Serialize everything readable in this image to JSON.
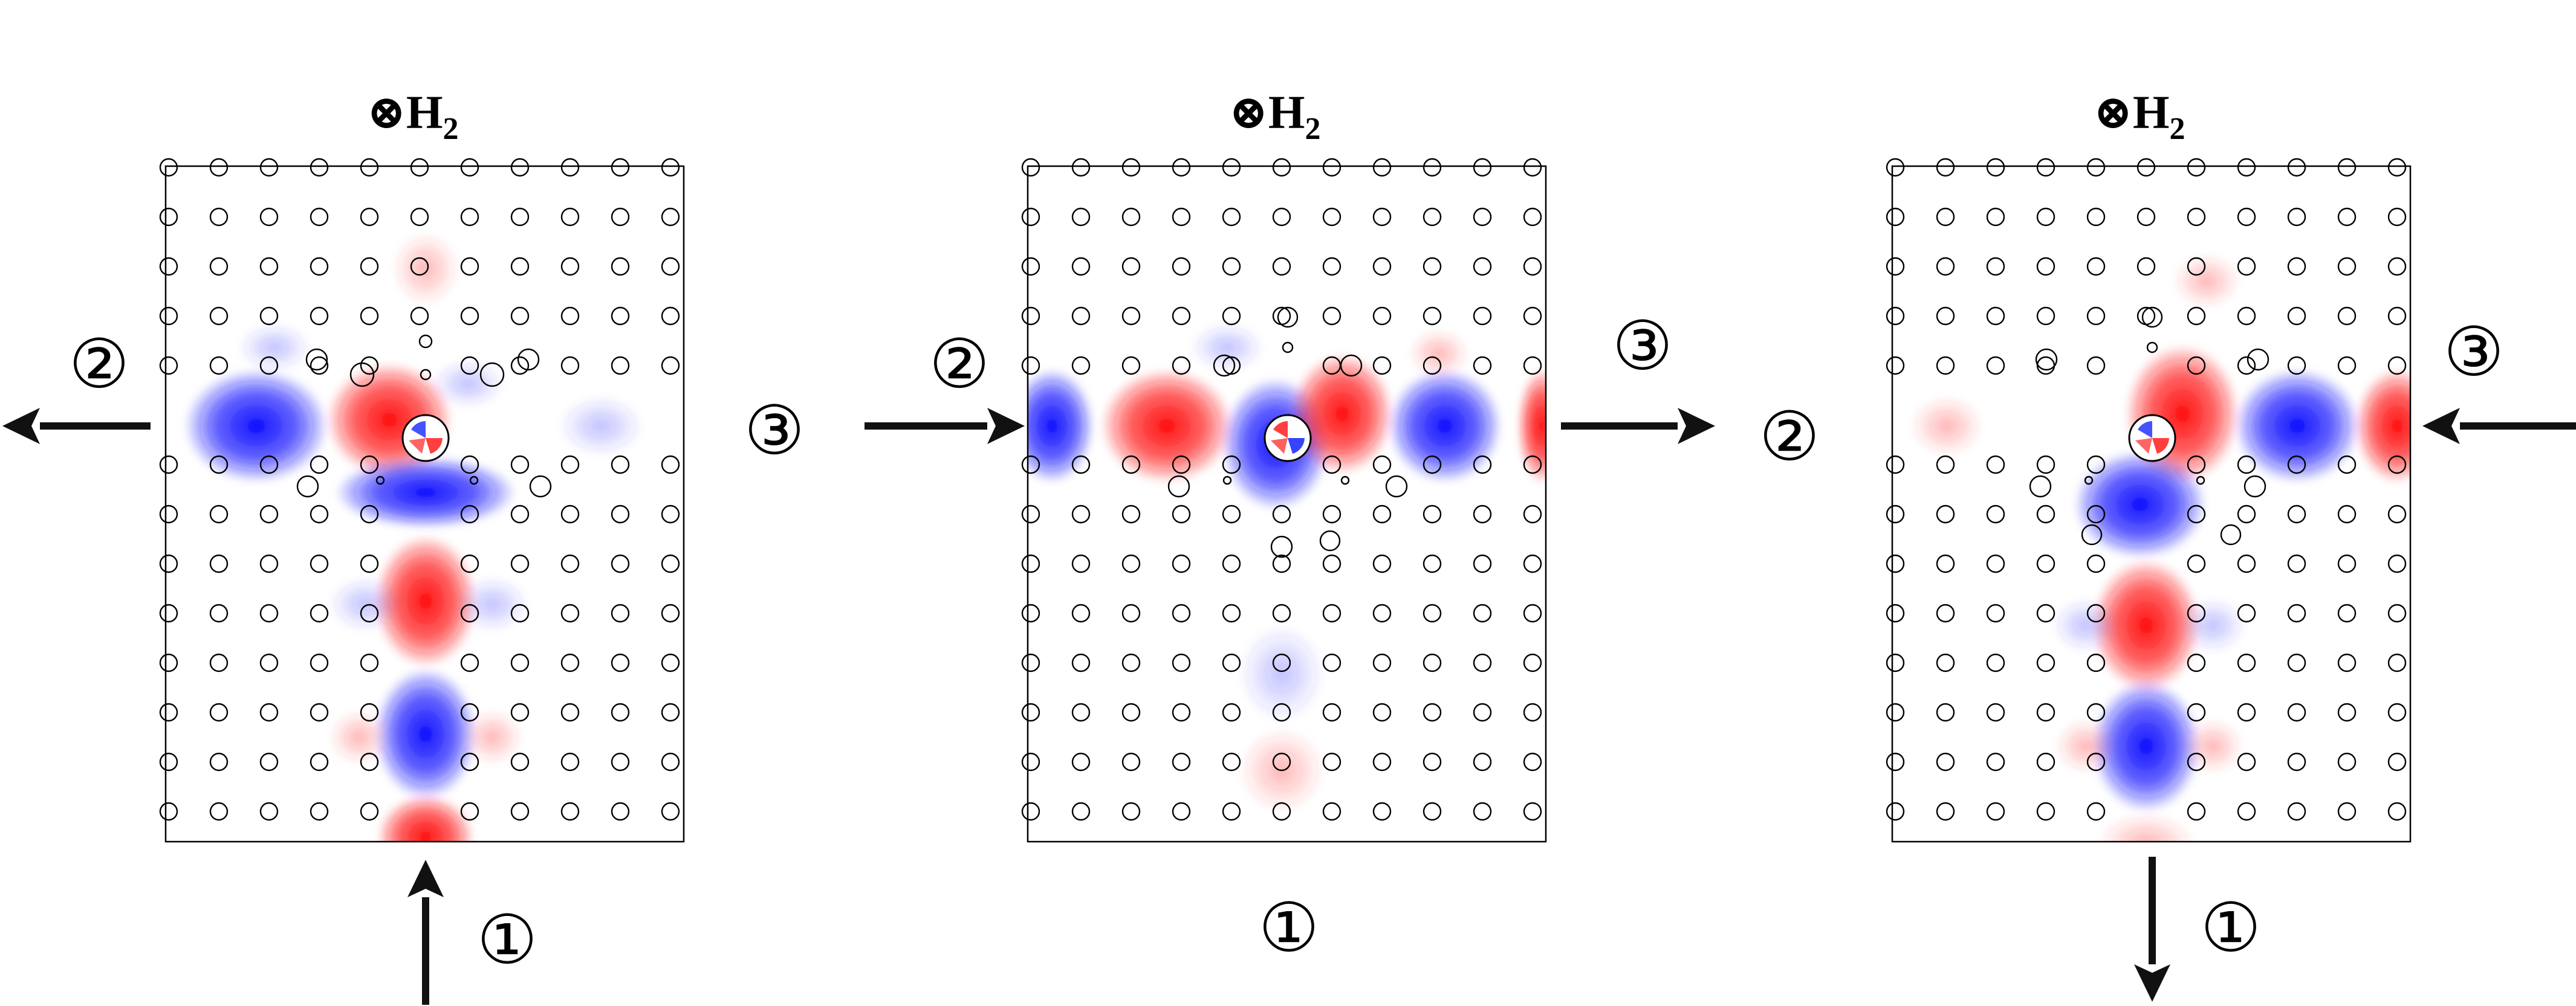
{
  "panels": [
    {
      "id": "left",
      "title": "⊗H",
      "title_sub": "2",
      "ports": {
        "bottom": "①",
        "left": "②",
        "right": "③"
      },
      "arrows": {
        "bottom": "in",
        "left": "out",
        "right": "none"
      }
    },
    {
      "id": "middle",
      "title": "⊗H",
      "title_sub": "2",
      "ports": {
        "bottom": "①",
        "left": "②",
        "right": "③"
      },
      "arrows": {
        "bottom": "none",
        "left": "in",
        "right": "out"
      }
    },
    {
      "id": "right",
      "title": "⊗H",
      "title_sub": "2",
      "ports": {
        "bottom": "①",
        "left": "②",
        "right": "③"
      },
      "arrows": {
        "bottom": "out",
        "left": "none",
        "right": "in"
      }
    }
  ],
  "colors": {
    "positive": "#ff0000",
    "negative": "#0000ff",
    "background": "#ffffff",
    "rod": "#000000",
    "arrow": "#111111"
  }
}
